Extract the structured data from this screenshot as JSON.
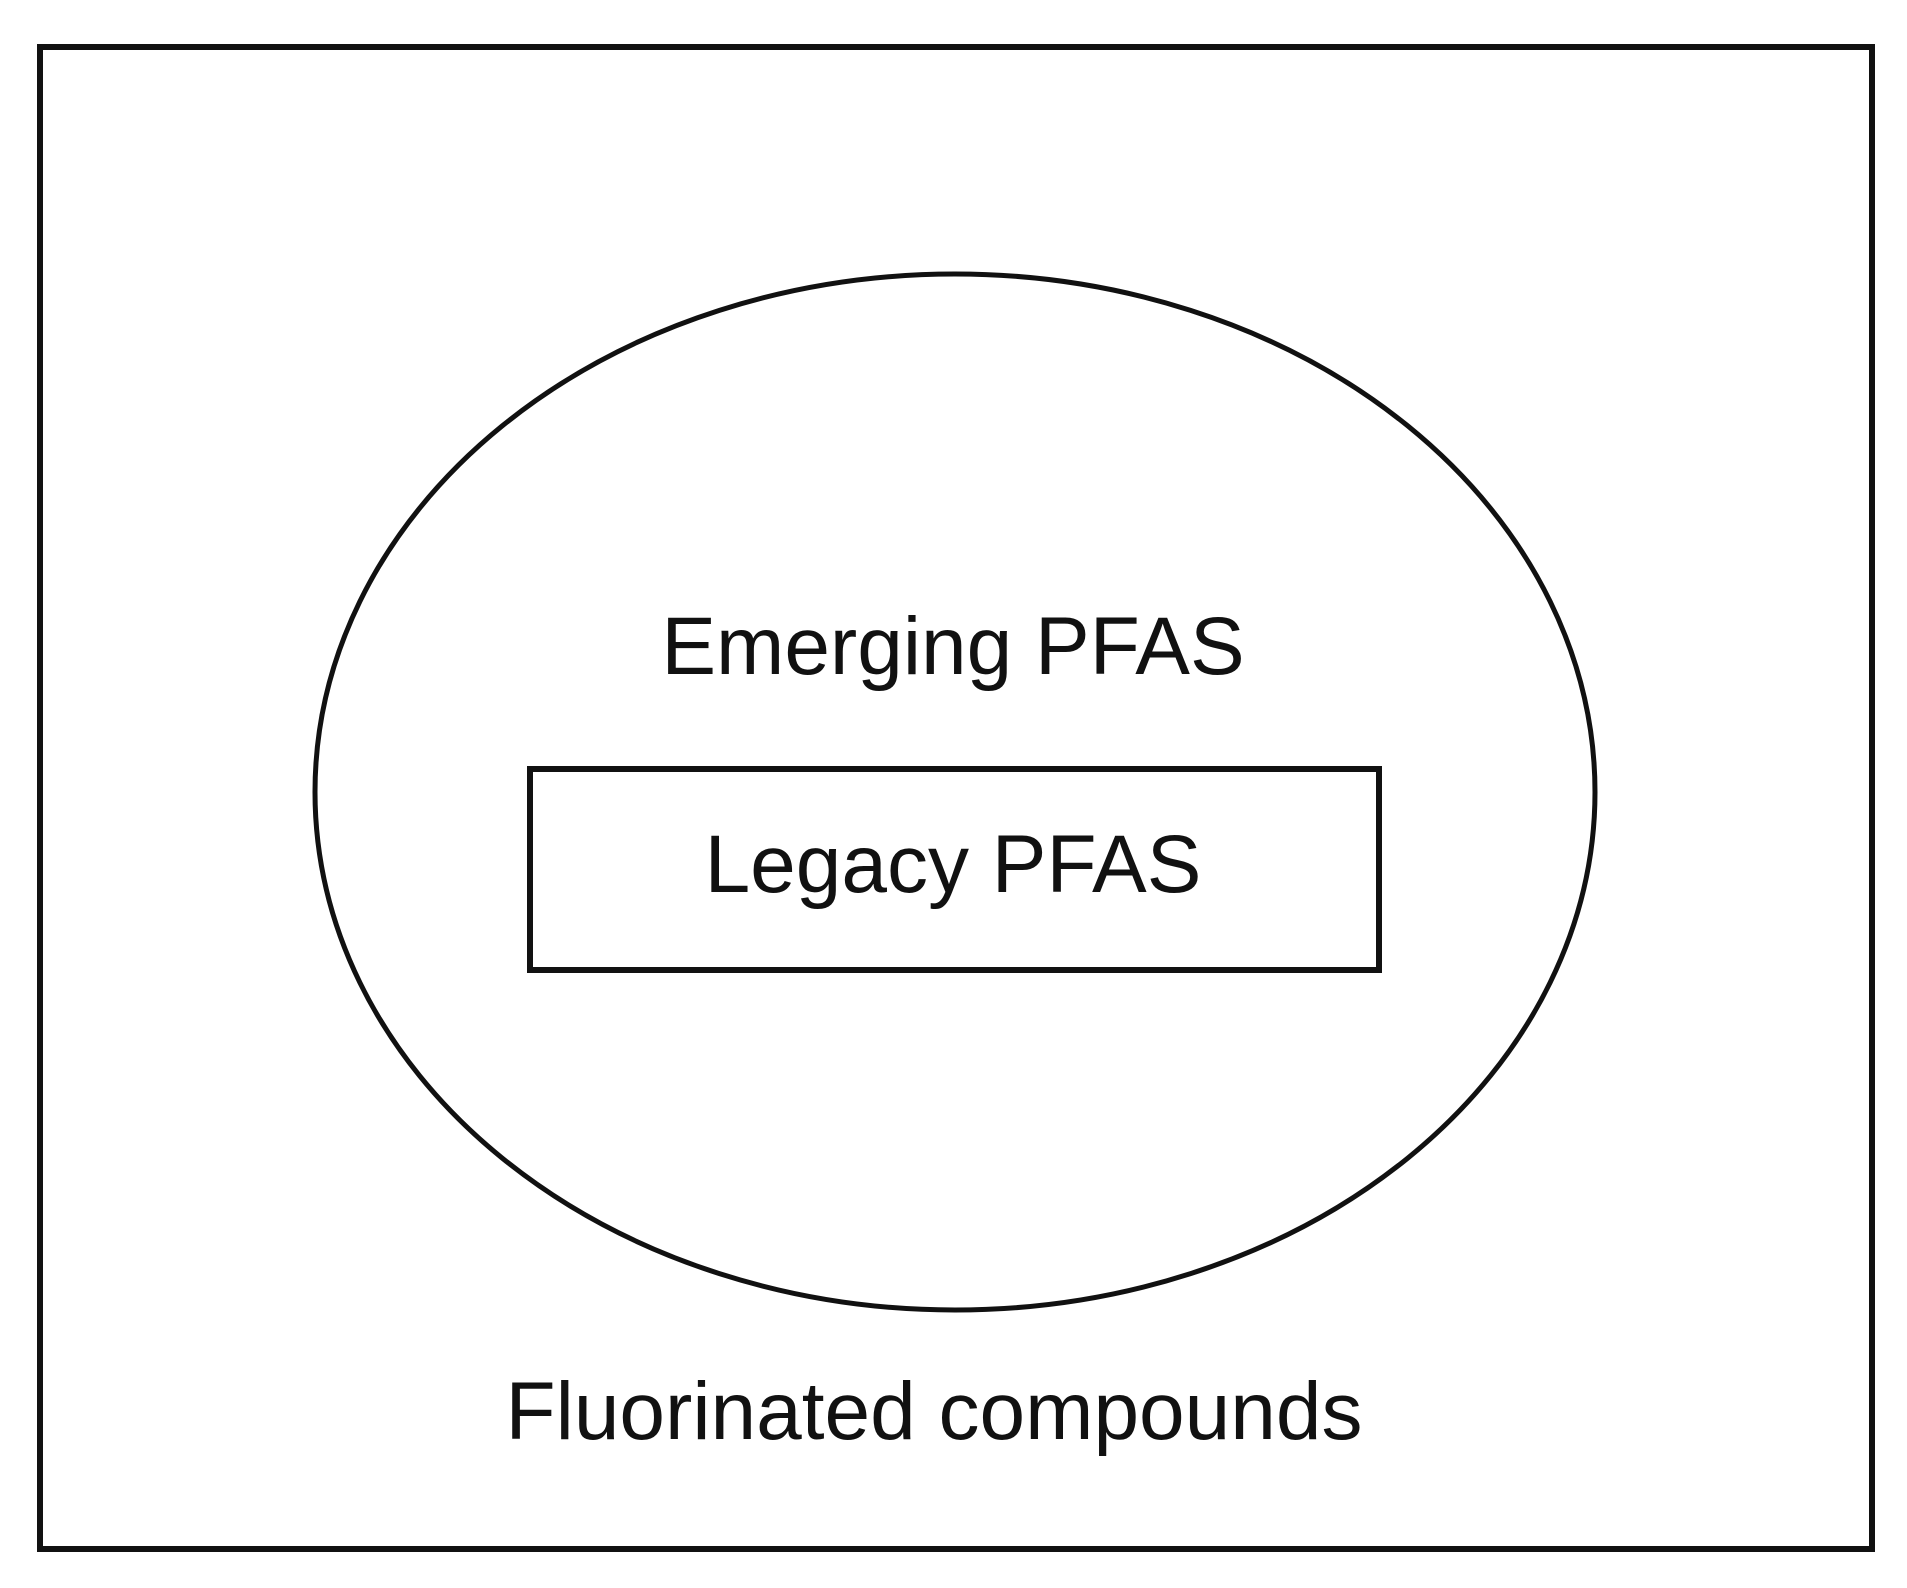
{
  "diagram": {
    "outer_set": {
      "label": "Fluorinated compounds"
    },
    "middle_set": {
      "label": "Emerging PFAS"
    },
    "inner_set": {
      "label": "Legacy PFAS"
    },
    "relationship": "nested: Legacy PFAS ⊂ Emerging PFAS ⊂ Fluorinated compounds",
    "colors": {
      "stroke": "#111111",
      "background": "#ffffff"
    }
  }
}
